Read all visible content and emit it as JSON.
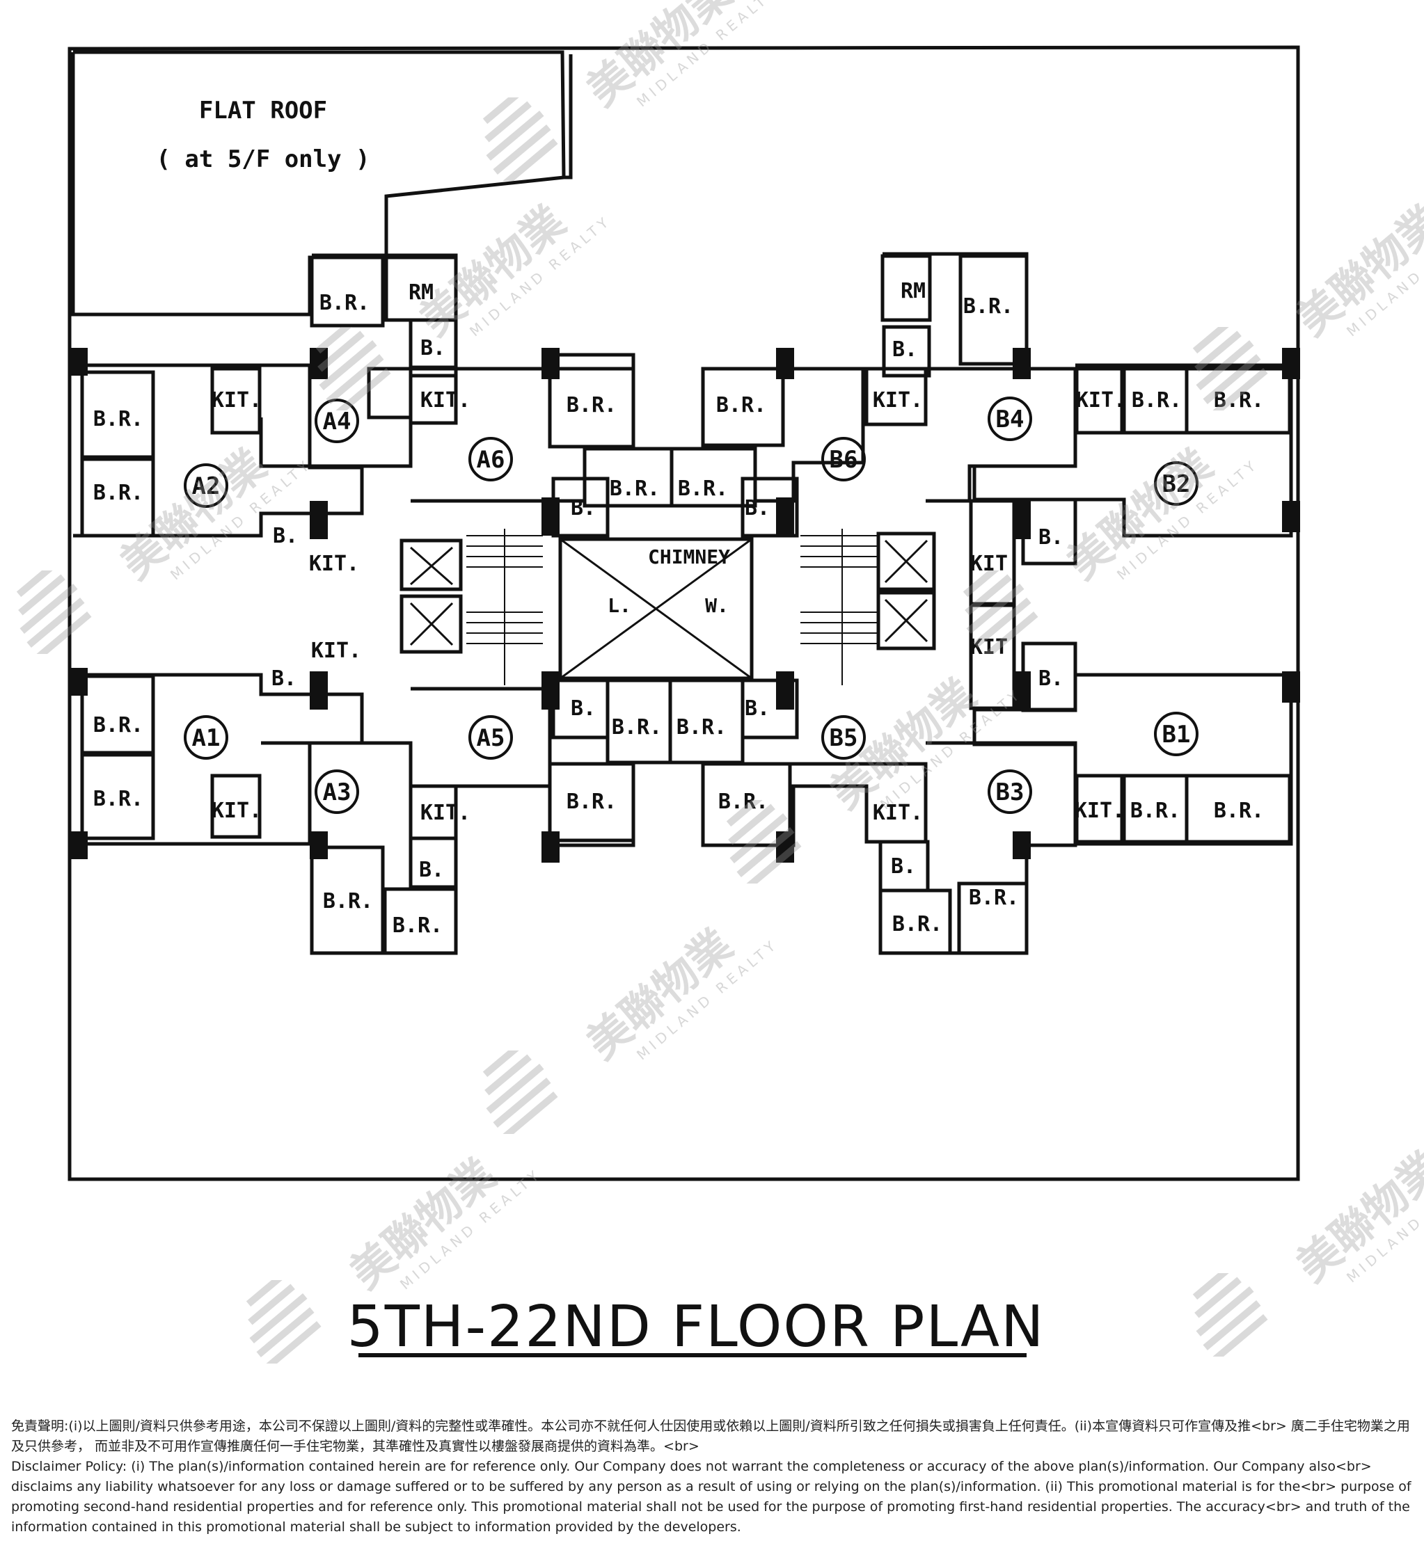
{
  "plan": {
    "title": "5TH-22ND FLOOR PLAN",
    "flat_roof": {
      "line1": "FLAT ROOF",
      "line2": "( at 5/F only )"
    },
    "chimney": {
      "label": "CHIMNEY",
      "left": "L.",
      "right": "W."
    },
    "units": [
      "A1",
      "A2",
      "A3",
      "A4",
      "A5",
      "A6",
      "B1",
      "B2",
      "B3",
      "B4",
      "B5",
      "B6"
    ],
    "rooms": {
      "br": "B.R.",
      "b": "B.",
      "kit": "KIT.",
      "rm": "RM"
    }
  },
  "watermark": {
    "brand_cn": "美聯物業",
    "brand_en": "MIDLAND REALTY"
  },
  "disclaimer": {
    "cn": "免責聲明:(i)以上圖則/資料只供參考用途，本公司不保證以上圖則/資料的完整性或準確性。本公司亦不就任何人仕因使用或依賴以上圖則/資料所引致之任何損失或損害負上任何責任。(ii)本宣傳資料只可作宣傳及推<br> 廣二手住宅物業之用及只供參考， 而並非及不可用作宣傳推廣任何一手住宅物業，其準確性及真實性以樓盤發展商提供的資料為準。<br>",
    "en": "Disclaimer Policy: (i) The plan(s)/information contained herein are for reference only. Our Company does not warrant the completeness or accuracy of the above plan(s)/information. Our Company also<br> disclaims any liability whatsoever for any loss or damage suffered or to be suffered by any person as a result of using or relying on the plan(s)/information. (ii) This promotional material is for the<br> purpose of promoting second-hand residential properties and for reference only. This promotional material shall not be used for the purpose of promoting first-hand residential properties. The accuracy<br> and truth of the information contained in this promotional material shall be subject to information provided by the developers."
  }
}
